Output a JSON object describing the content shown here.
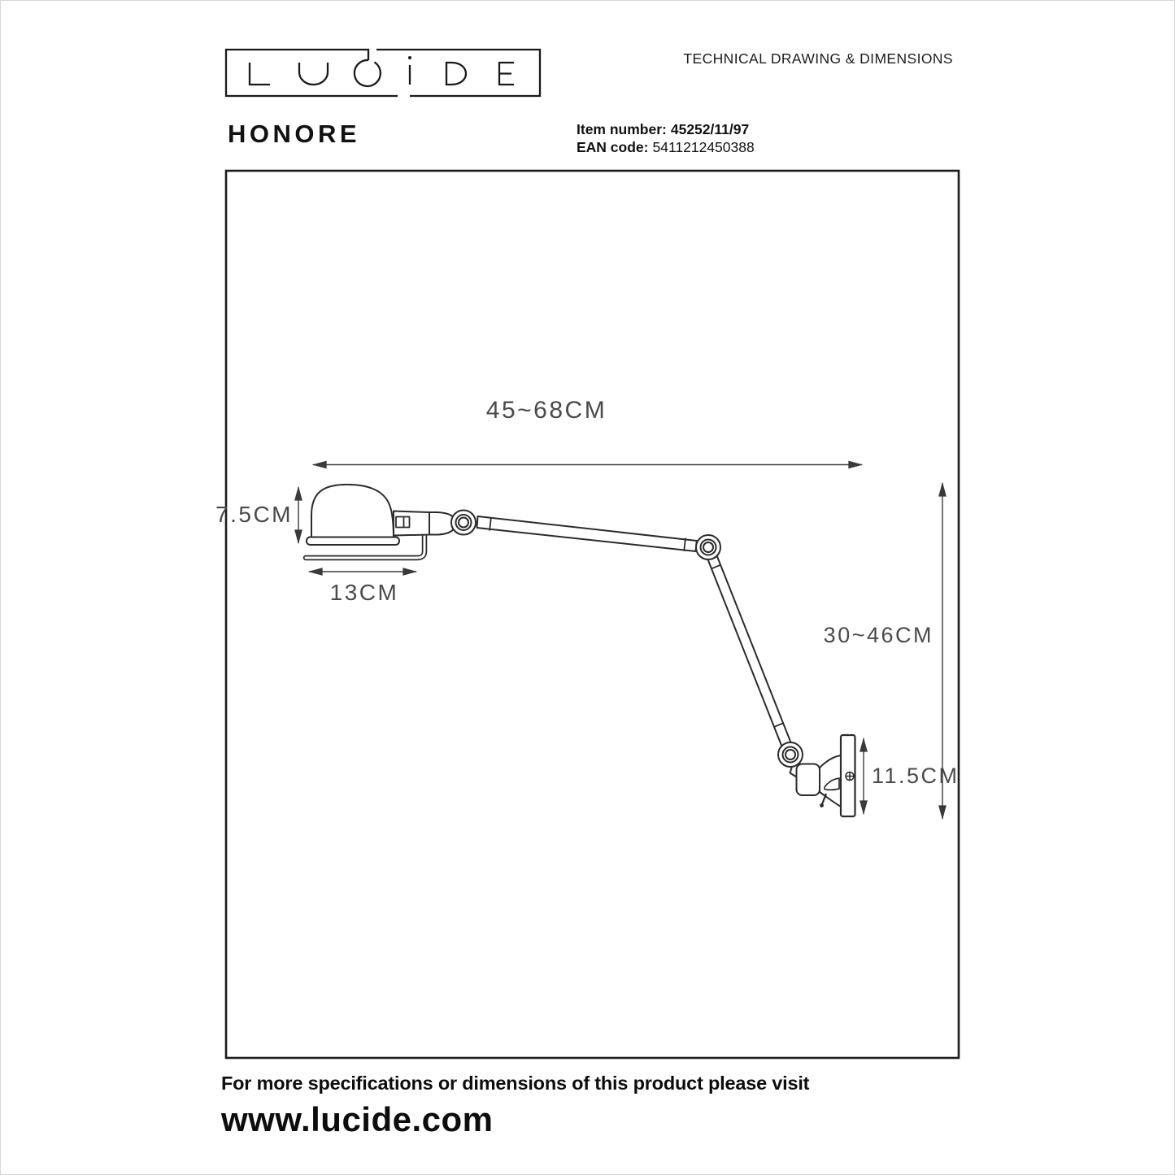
{
  "header": {
    "brand": "LUCIDE",
    "technical_title": "TECHNICAL DRAWING & DIMENSIONS",
    "product_name": "HONORE",
    "item_number_label": "Item number:",
    "item_number_value": "45252/11/97",
    "ean_label": "EAN code:",
    "ean_value": "5411212450388"
  },
  "drawing": {
    "dimensions": {
      "reach": "45~68CM",
      "shade_height": "7.5CM",
      "shade_width": "13CM",
      "drop": "30~46CM",
      "wall_plate": "11.5CM"
    },
    "colors": {
      "line": "#2b2b2b",
      "dimension_text": "#4a4a4a"
    }
  },
  "footer": {
    "line1": "For more specifications or dimensions of this product please visit",
    "line2": "www.lucide.com"
  }
}
